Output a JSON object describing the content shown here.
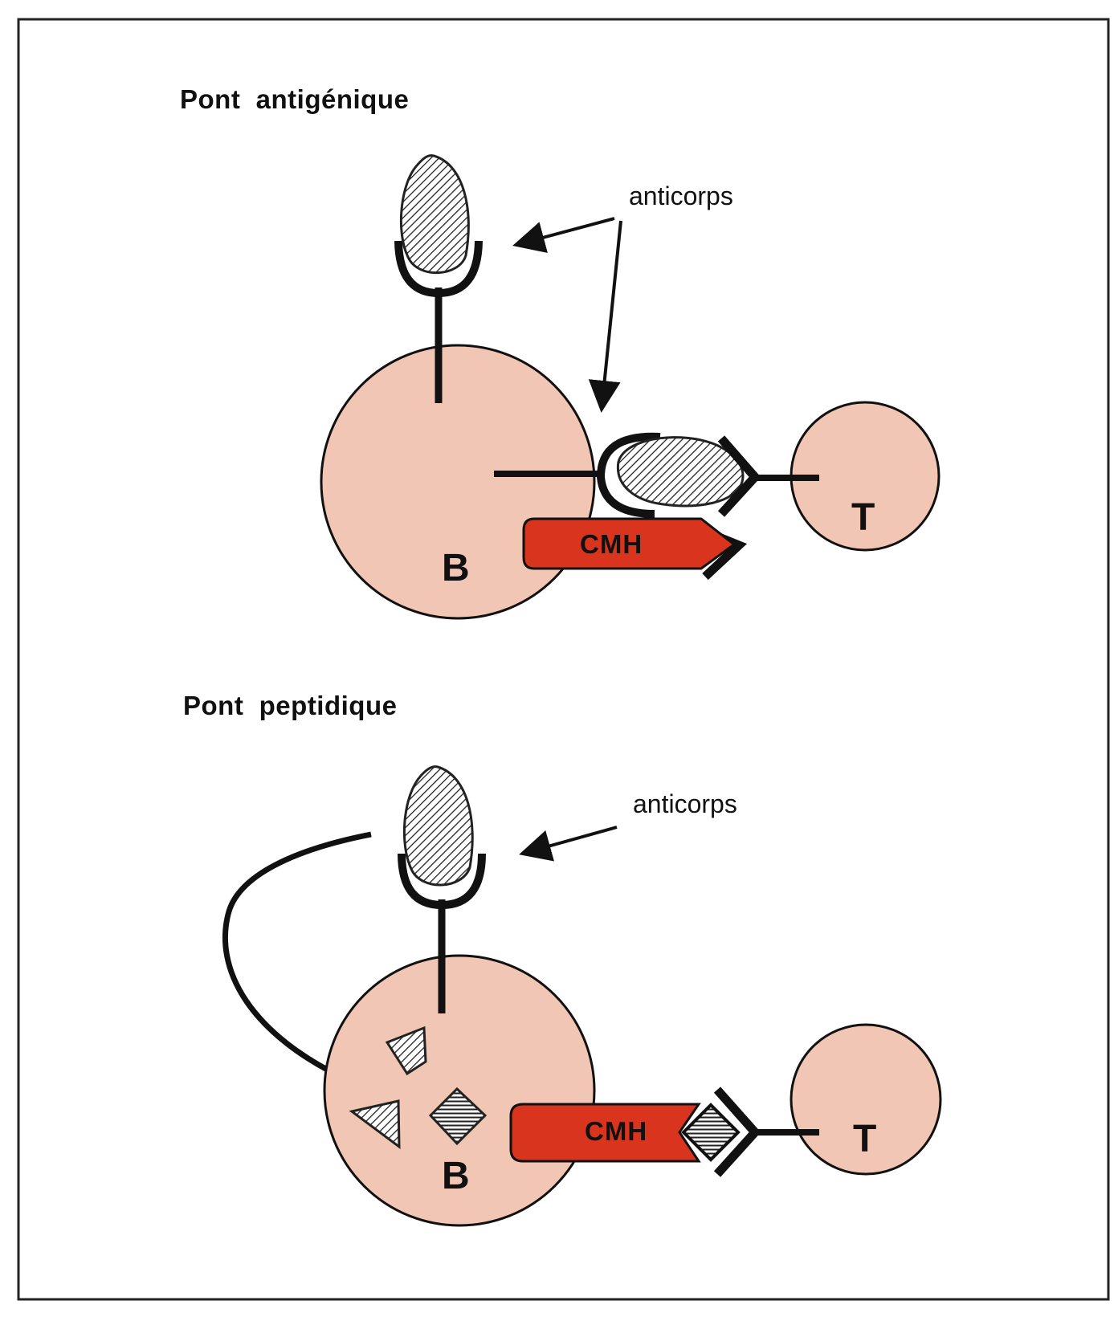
{
  "colors": {
    "frame": "#222222",
    "cell_fill": "#f2c6b4",
    "mhc_fill": "#d8341e",
    "ink": "#111111",
    "antigen_hatch": "#222222"
  },
  "panels": [
    {
      "title": "Pont  antigénique",
      "callout": "anticorps",
      "b_cell_label": "B",
      "t_cell_label": "T",
      "mhc_label": "CMH"
    },
    {
      "title": "Pont  peptidique",
      "callout": "anticorps",
      "b_cell_label": "B",
      "t_cell_label": "T",
      "mhc_label": "CMH"
    }
  ]
}
